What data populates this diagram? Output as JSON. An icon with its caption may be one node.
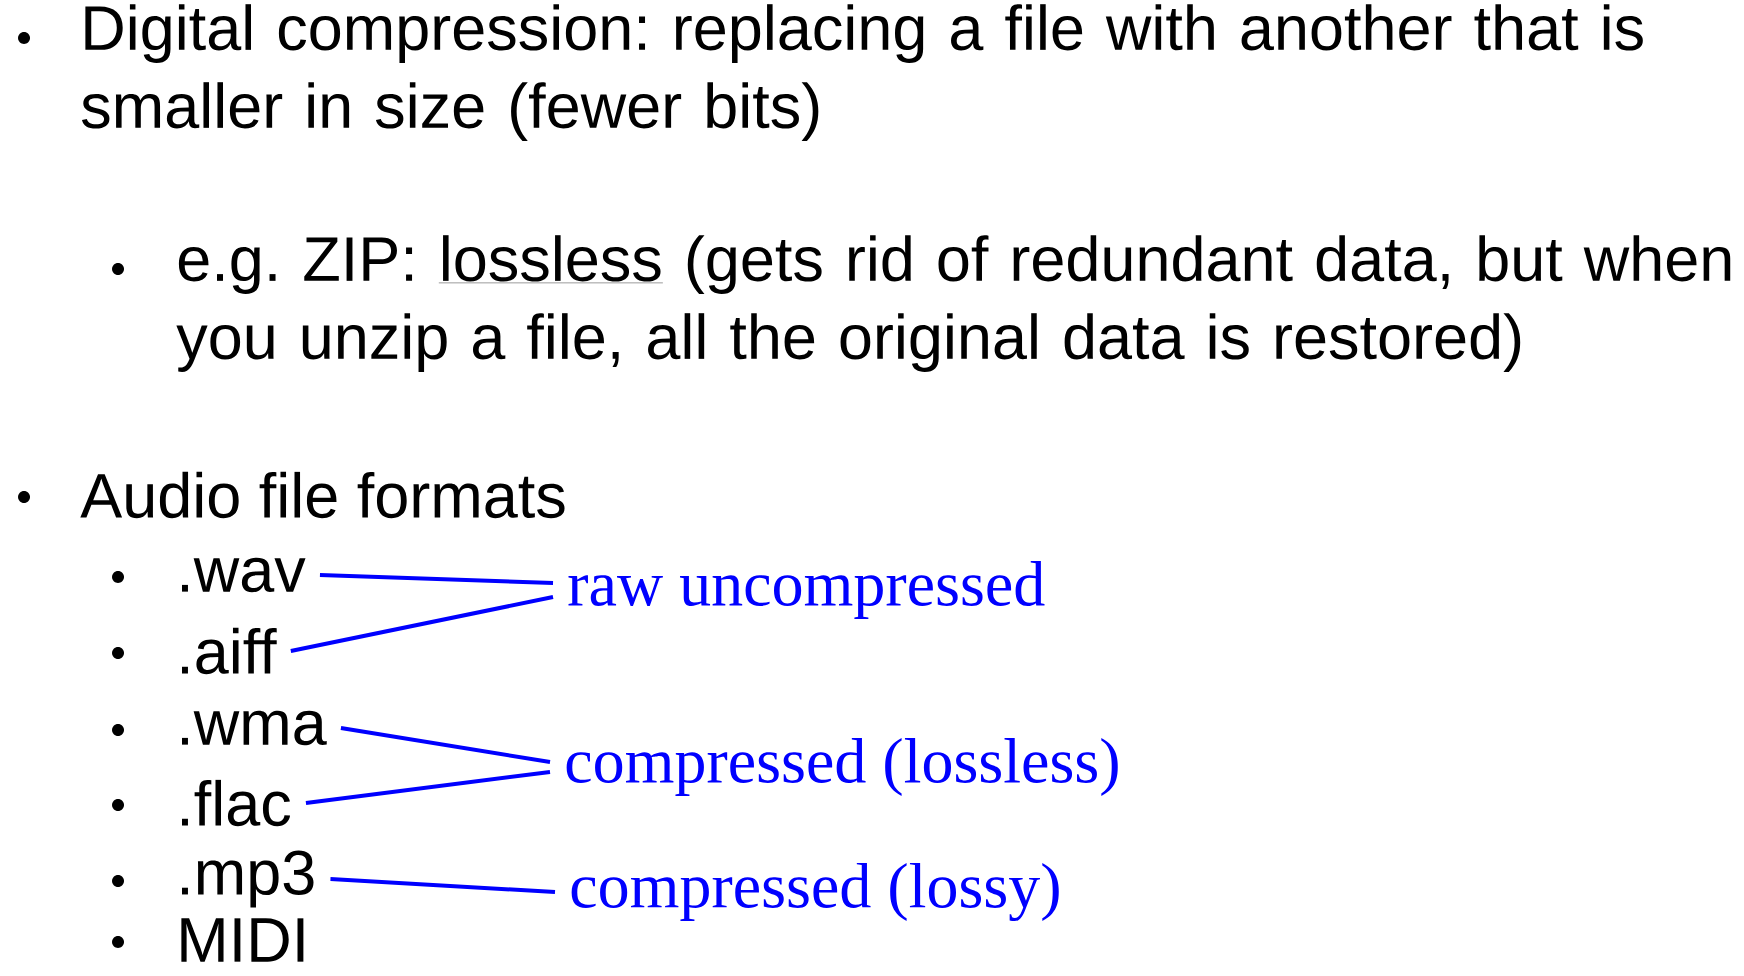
{
  "diagram": {
    "nodes": [
      {
        "text": [
          ".wav"
        ]
      },
      {
        "text": [
          ".aiff"
        ]
      },
      {
        "text": [
          ".wma"
        ]
      },
      {
        "text": [
          ".flac"
        ]
      },
      {
        "text": [
          ".mp3"
        ]
      },
      {
        "text": [
          "raw uncompressed"
        ]
      },
      {
        "text": [
          "compressed (lossless)"
        ]
      },
      {
        "text": [
          "compressed (lossy)"
        ]
      }
    ],
    "edges": [
      {
        "from": 0,
        "to": 5,
        "arrow": "none"
      },
      {
        "from": 1,
        "to": 5,
        "arrow": "none"
      },
      {
        "from": 2,
        "to": 6,
        "arrow": "none"
      },
      {
        "from": 3,
        "to": 6,
        "arrow": "none"
      },
      {
        "from": 4,
        "to": 7,
        "arrow": "none"
      }
    ],
    "labels": [
      "Digital compression: replacing a file with another that is smaller in size (fewer bits)",
      "e.g. ZIP:",
      "lossless",
      "(gets rid of redundant data, but when you unzip a file, all the original data is restored)",
      "Audio file formats",
      "MIDI"
    ]
  }
}
